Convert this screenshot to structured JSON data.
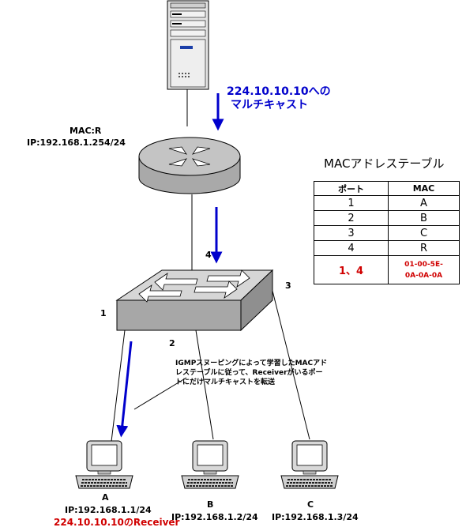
{
  "server": {
    "icon": "server-icon"
  },
  "multicast_label": {
    "line1": "224.10.10.10への",
    "line2": "マルチキャスト"
  },
  "router": {
    "icon": "router-icon",
    "mac": "MAC:R",
    "ip": "IP:192.168.1.254/24"
  },
  "switch": {
    "icon": "switch-icon"
  },
  "ports": {
    "p1": "1",
    "p2": "2",
    "p3": "3",
    "p4": "4"
  },
  "note": {
    "line1": "IGMPスヌーピングによって学習したMACアド",
    "line2": "レステーブルに従って、Receiverがいるポー",
    "line3": "トにだけマルチキャストを転送"
  },
  "hosts": [
    {
      "name": "A",
      "ip": "IP:192.168.1.1/24",
      "extra": "224.10.10.10のReceiver"
    },
    {
      "name": "B",
      "ip": "IP:192.168.1.2/24"
    },
    {
      "name": "C",
      "ip": "IP:192.168.1.3/24"
    }
  ],
  "mac_table": {
    "title": "MACアドレステーブル",
    "headers": [
      "ポート",
      "MAC"
    ],
    "rows": [
      {
        "port": "1",
        "mac": "A"
      },
      {
        "port": "2",
        "mac": "B"
      },
      {
        "port": "3",
        "mac": "C"
      },
      {
        "port": "4",
        "mac": "R"
      },
      {
        "port": "1、4",
        "mac_line1": "01-00-5E-",
        "mac_line2": "0A-0A-0A"
      }
    ]
  },
  "colors": {
    "arrow": "#0000cc",
    "highlight": "#d00000"
  }
}
